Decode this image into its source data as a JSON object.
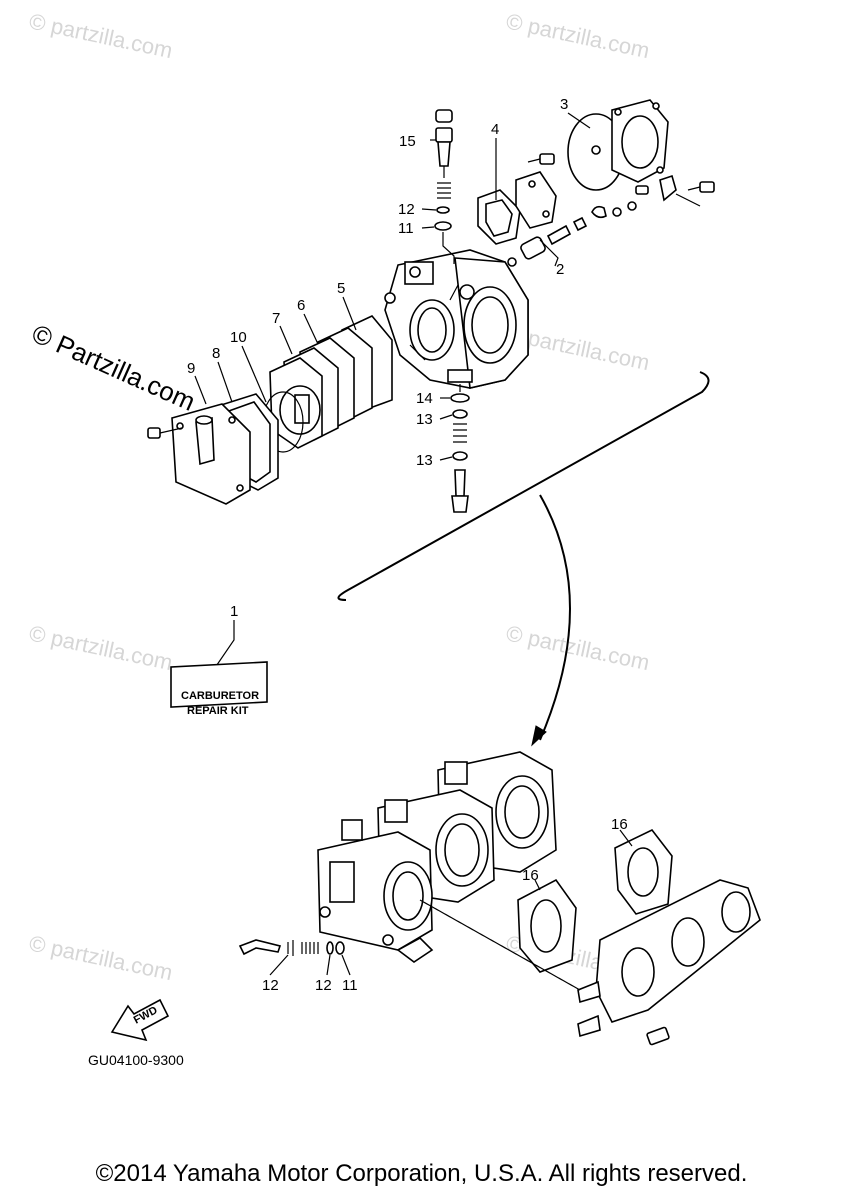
{
  "watermark": {
    "text": "© partzilla.com",
    "main_text": "© Partzilla.com"
  },
  "callouts": {
    "c1": "1",
    "c2": "2",
    "c3": "3",
    "c4": "4",
    "c5": "5",
    "c6": "6",
    "c7": "7",
    "c8": "8",
    "c9": "9",
    "c10": "10",
    "c11": "11",
    "c12": "12",
    "c13a": "13",
    "c13b": "13",
    "c14": "14",
    "c15": "15",
    "c16a": "16",
    "c16b": "16",
    "c12b": "12",
    "c12c": "12",
    "c11b": "11"
  },
  "kit_label": {
    "line1": "CARBURETOR",
    "line2": "REPAIR KIT"
  },
  "fwd_label": "FWD",
  "diagram_code": "GU04100-9300",
  "copyright": "©2014 Yamaha Motor Corporation, U.S.A. All rights reserved."
}
